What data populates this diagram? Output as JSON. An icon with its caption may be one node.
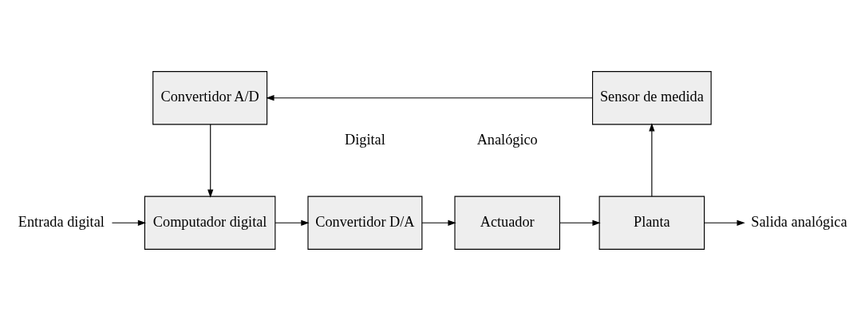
{
  "diagram": {
    "nodes": [
      {
        "text": [
          "Computador digital"
        ]
      },
      {
        "text": [
          "Convertidor D/A"
        ]
      },
      {
        "text": [
          "Actuador"
        ]
      },
      {
        "text": [
          "Planta"
        ]
      },
      {
        "text": [
          "Sensor de medida"
        ]
      },
      {
        "text": [
          "Convertidor A/D"
        ]
      },
      {
        "text": [
          "Entrada digital"
        ]
      },
      {
        "text": [
          "Salida analógica"
        ]
      }
    ],
    "edges": [
      {
        "from": 6,
        "to": 0,
        "arrow": "to"
      },
      {
        "from": 0,
        "to": 1,
        "arrow": "to"
      },
      {
        "from": 1,
        "to": 2,
        "arrow": "to"
      },
      {
        "from": 2,
        "to": 3,
        "arrow": "to"
      },
      {
        "from": 3,
        "to": 7,
        "arrow": "to"
      },
      {
        "from": 3,
        "to": 4,
        "arrow": "to"
      },
      {
        "from": 4,
        "to": 5,
        "arrow": "to"
      },
      {
        "from": 5,
        "to": 0,
        "arrow": "to"
      }
    ],
    "labels": [
      "Digital",
      "Analógico"
    ]
  }
}
